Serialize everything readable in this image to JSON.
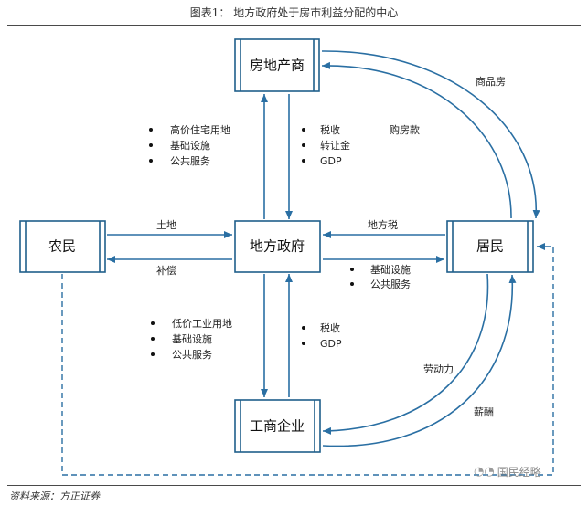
{
  "title": "图表1： 地方政府处于房市利益分配的中心",
  "source": "资料来源：方正证券",
  "watermark": "国民经略",
  "watermark_icon": "wechat-icon",
  "accent_color": "#1f5f8b",
  "nodes": {
    "real_estate": "房地产商",
    "farmers": "农民",
    "local_gov": "地方政府",
    "residents": "居民",
    "enterprise": "工商企业"
  },
  "edges": {
    "gov_to_re": [
      "高价住宅用地",
      "基础设施",
      "公共服务"
    ],
    "re_to_gov": [
      "税收",
      "转让金",
      "GDP"
    ],
    "farm_to_gov": "土地",
    "gov_to_farm": "补偿",
    "res_to_gov": "地方税",
    "gov_to_res": [
      "基础设施",
      "公共服务"
    ],
    "gov_to_ent": [
      "低价工业用地",
      "基础设施",
      "公共服务"
    ],
    "ent_to_gov": [
      "税收",
      "GDP"
    ],
    "re_to_res": "商品房",
    "res_to_re": "购房款",
    "res_to_ent": "劳动力",
    "ent_to_res": "薪酬"
  }
}
